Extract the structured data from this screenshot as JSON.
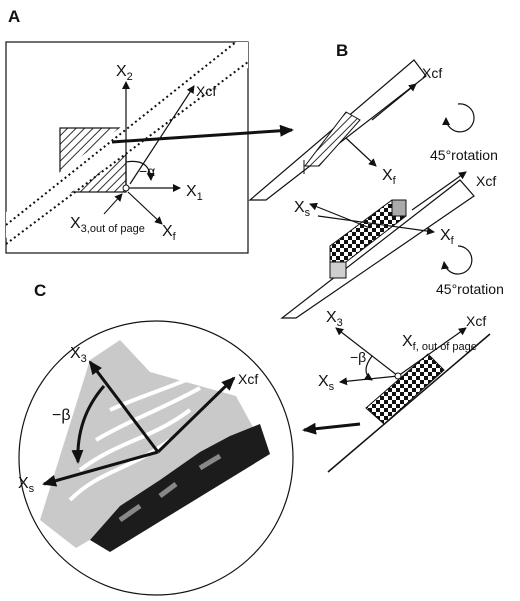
{
  "panels": {
    "a": "A",
    "b": "B",
    "c": "C"
  },
  "panel_a": {
    "x2": "X",
    "x2_sub": "2",
    "x1": "X",
    "x1_sub": "1",
    "x3": "X",
    "x3_sub": "3,out of page",
    "xcf": "Xcf",
    "xf": "X",
    "xf_sub": "f",
    "alpha": "−α"
  },
  "panel_b": {
    "xcf_top": "Xcf",
    "xf_top": "X",
    "xf_top_sub": "f",
    "rotation_1": "45°rotation",
    "xcf_mid": "Xcf",
    "xs_mid": "X",
    "xs_mid_sub": "s",
    "xf_mid": "X",
    "xf_mid_sub": "f",
    "rotation_2": "45°rotation",
    "x3": "X",
    "x3_sub": "3",
    "xf_out": "X",
    "xf_out_sub": "f, out of page",
    "xcf_low": "Xcf",
    "beta": "−β",
    "xs_low": "X",
    "xs_low_sub": "s"
  },
  "panel_c": {
    "x3": "X",
    "x3_sub": "3",
    "xcf": "Xcf",
    "beta": "−β",
    "xs": "X",
    "xs_sub": "s"
  },
  "colors": {
    "ink": "#111111",
    "hatch": "#333333",
    "tissue_light": "#c9c9c9",
    "tissue_dark": "#1c1c1c"
  }
}
